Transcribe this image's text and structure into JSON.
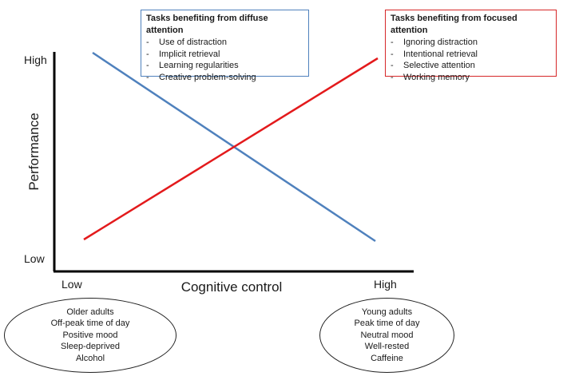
{
  "diffuse_box": {
    "title": "Tasks benefiting from diffuse attention",
    "items": [
      "Use of distraction",
      "Implicit retrieval",
      "Learning regularities",
      "Creative problem-solving"
    ]
  },
  "focused_box": {
    "title": "Tasks benefiting from focused attention",
    "items": [
      "Ignoring distraction",
      "Intentional retrieval",
      "Selective attention",
      "Working memory"
    ]
  },
  "axes": {
    "y_label": "Performance",
    "y_high": "High",
    "y_low": "Low",
    "x_label": "Cognitive control",
    "x_low": "Low",
    "x_high": "High"
  },
  "left_group": [
    "Older adults",
    "Off-peak time of day",
    "Positive mood",
    "Sleep-deprived",
    "Alcohol"
  ],
  "right_group": [
    "Young adults",
    "Peak time of day",
    "Neutral mood",
    "Well-rested",
    "Caffeine"
  ],
  "colors": {
    "diffuse": "#4f81bd",
    "focused": "#d62728",
    "axis": "#000000"
  }
}
